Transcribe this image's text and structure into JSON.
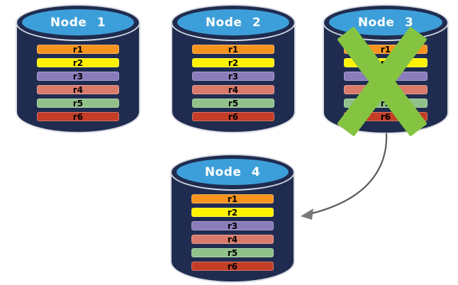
{
  "canvas": {
    "background": "#FFFFFF"
  },
  "nodes": [
    {
      "label": "Node 1",
      "status": "active",
      "replicas": [
        "r1",
        "r2",
        "r3",
        "r4",
        "r5",
        "r6"
      ]
    },
    {
      "label": "Node 2",
      "status": "active",
      "replicas": [
        "r1",
        "r2",
        "r3",
        "r4",
        "r5",
        "r6"
      ]
    },
    {
      "label": "Node 3",
      "status": "failed",
      "replicas": [
        "r1",
        "r2",
        "r3",
        "r4",
        "r5",
        "r6"
      ]
    },
    {
      "label": "Node 4",
      "status": "active",
      "replicas": [
        "r1",
        "r2",
        "r3",
        "r4",
        "r5",
        "r6"
      ]
    }
  ],
  "replica_colors": {
    "r1": "#F7941E",
    "r2": "#FFF200",
    "r3": "#8A7CBB",
    "r4": "#DA7A6A",
    "r5": "#90C189",
    "r6": "#C33D27"
  },
  "node_colors": {
    "top_fill": "#3D9FD9",
    "body_fill": "#1F2C50",
    "outline": "#D8DAE2"
  },
  "failure_mark": {
    "shape": "x-cross",
    "color": "#85C441",
    "on_node": "Node 3"
  },
  "arrow": {
    "from_node": "Node 3",
    "to_node": "Node 4",
    "line_color": "#5A5A5A",
    "head_color": "#7A7A7A"
  }
}
